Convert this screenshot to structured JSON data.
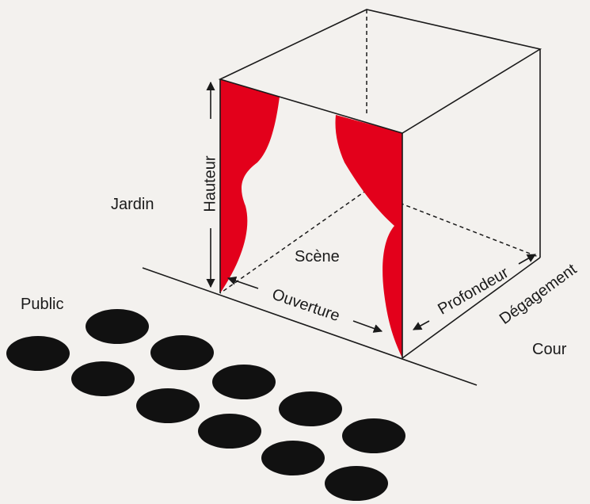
{
  "labels": {
    "hauteur": "Hauteur",
    "jardin": "Jardin",
    "scene": "Scène",
    "public": "Public",
    "ouverture": "Ouverture",
    "profondeur": "Profondeur",
    "degagement": "Dégagement",
    "cour": "Cour"
  },
  "colors": {
    "curtain": "#e3001b",
    "ink": "#1a1a1a",
    "background": "#f3f1ee"
  },
  "audience_seat_count": 11
}
